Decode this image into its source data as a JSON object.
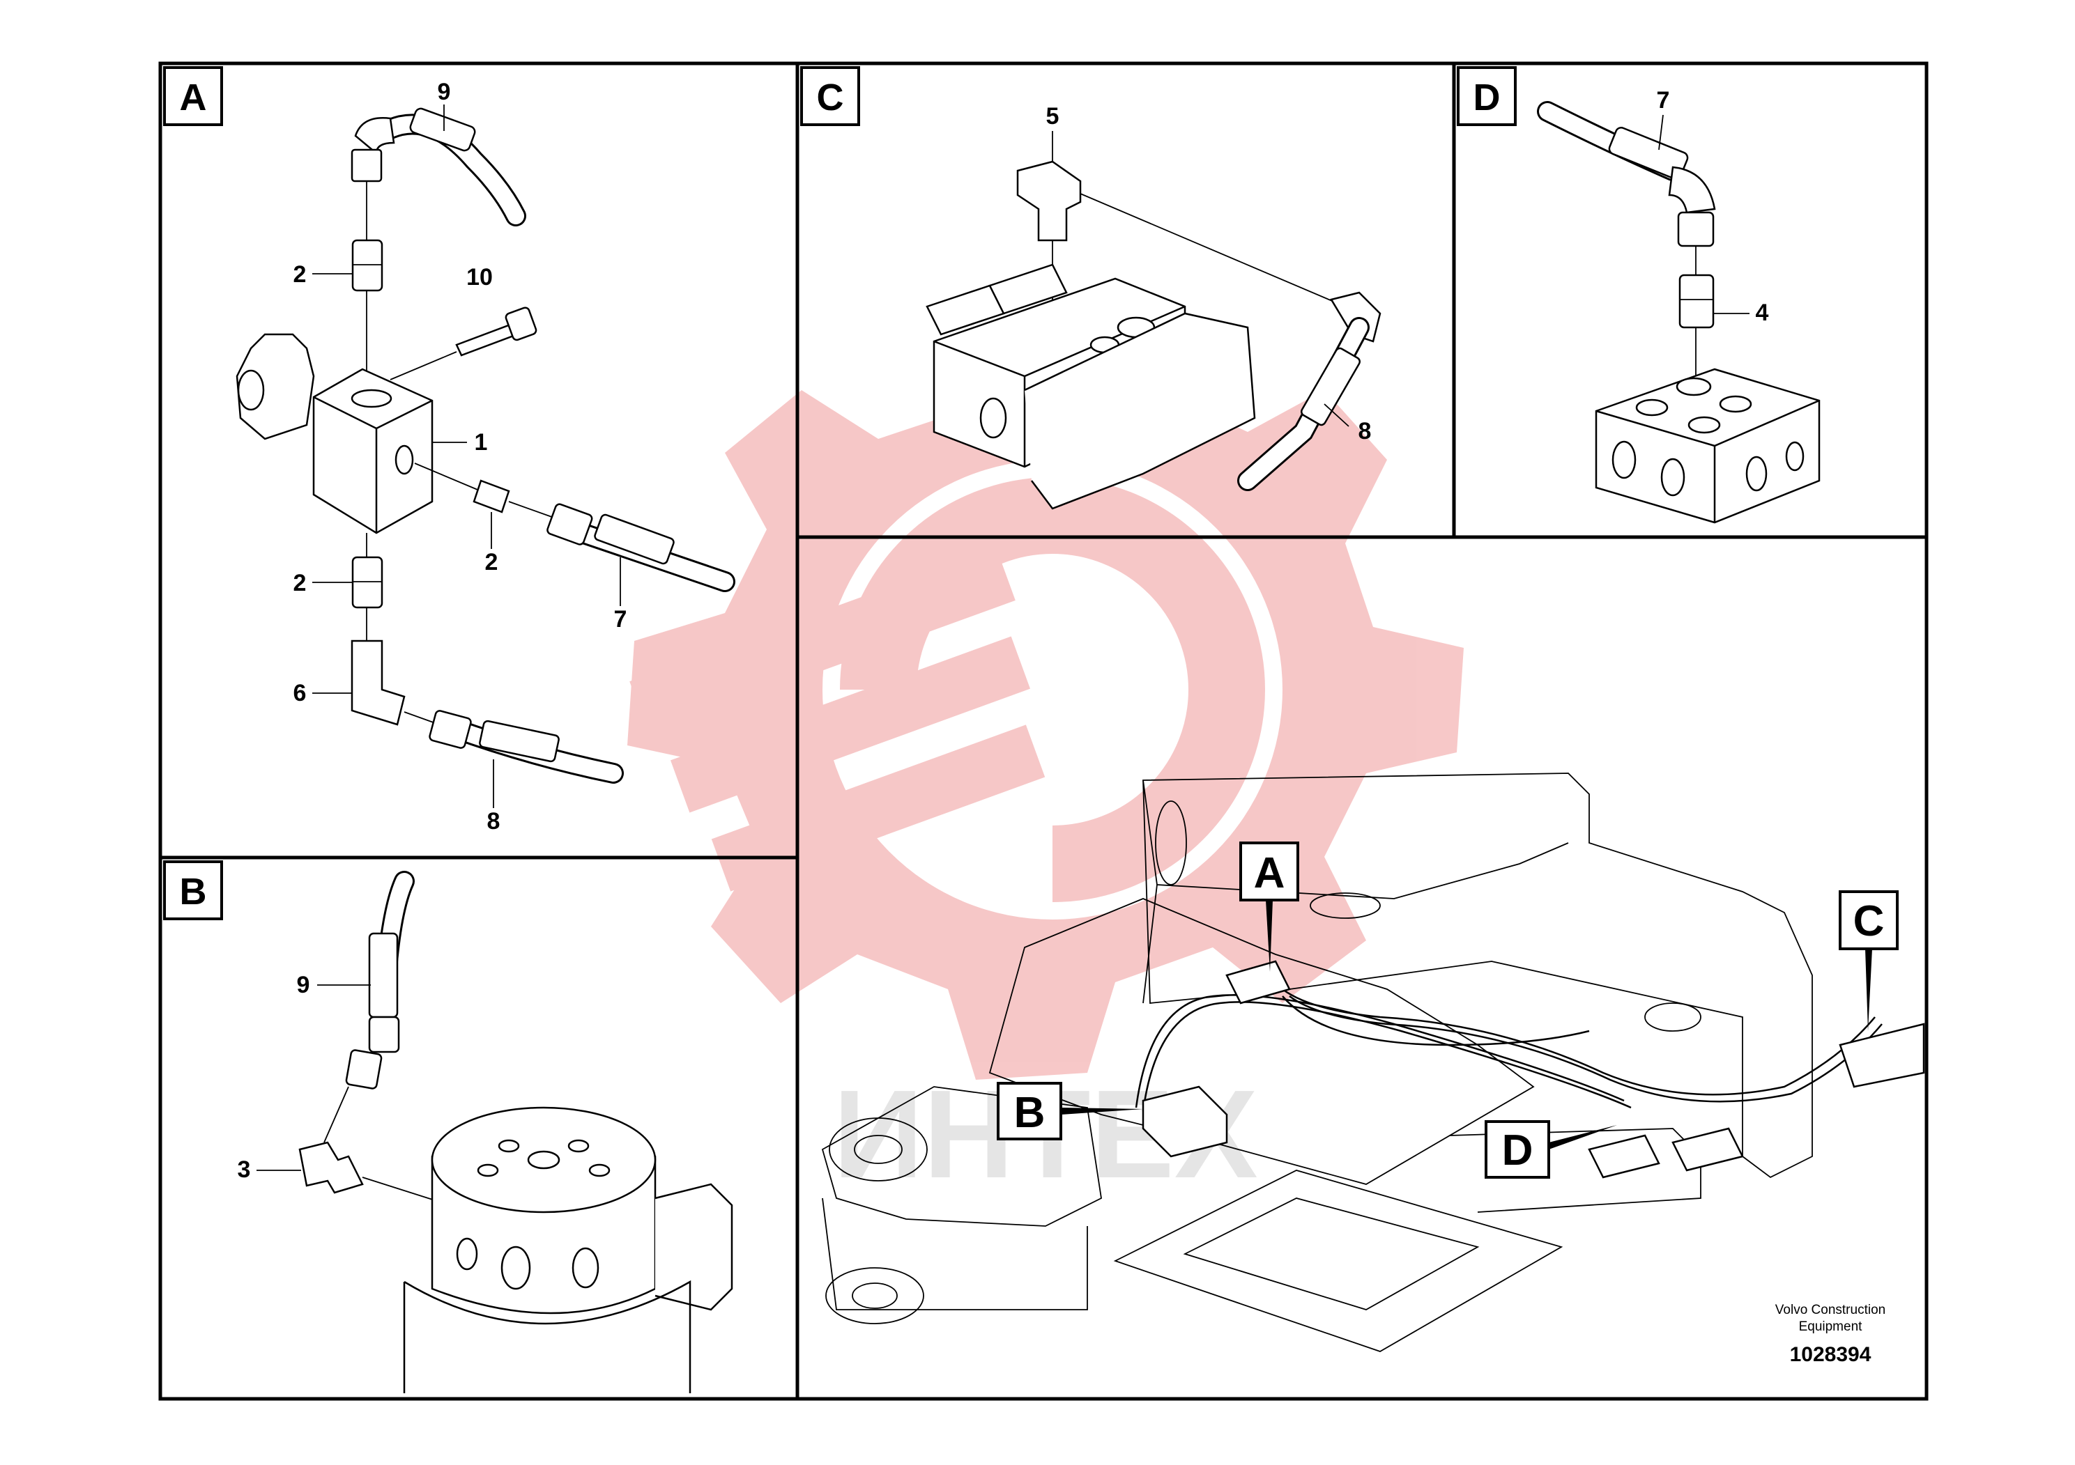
{
  "panels": {
    "A": {
      "letter": "A",
      "labels": [
        "9",
        "2",
        "10",
        "1",
        "2",
        "2",
        "7",
        "6",
        "8"
      ]
    },
    "B": {
      "letter": "B",
      "labels": [
        "9",
        "3"
      ]
    },
    "C": {
      "letter": "C",
      "labels": [
        "5",
        "8"
      ]
    },
    "D": {
      "letter": "D",
      "labels": [
        "7",
        "4"
      ]
    }
  },
  "overview": {
    "callouts": [
      "A",
      "B",
      "C",
      "D"
    ]
  },
  "footer": {
    "maker_line1": "Volvo Construction",
    "maker_line2": "Equipment",
    "doc_number": "1028394"
  },
  "watermark": {
    "text": "ИНТЕХ",
    "color": "#f07f7f"
  }
}
